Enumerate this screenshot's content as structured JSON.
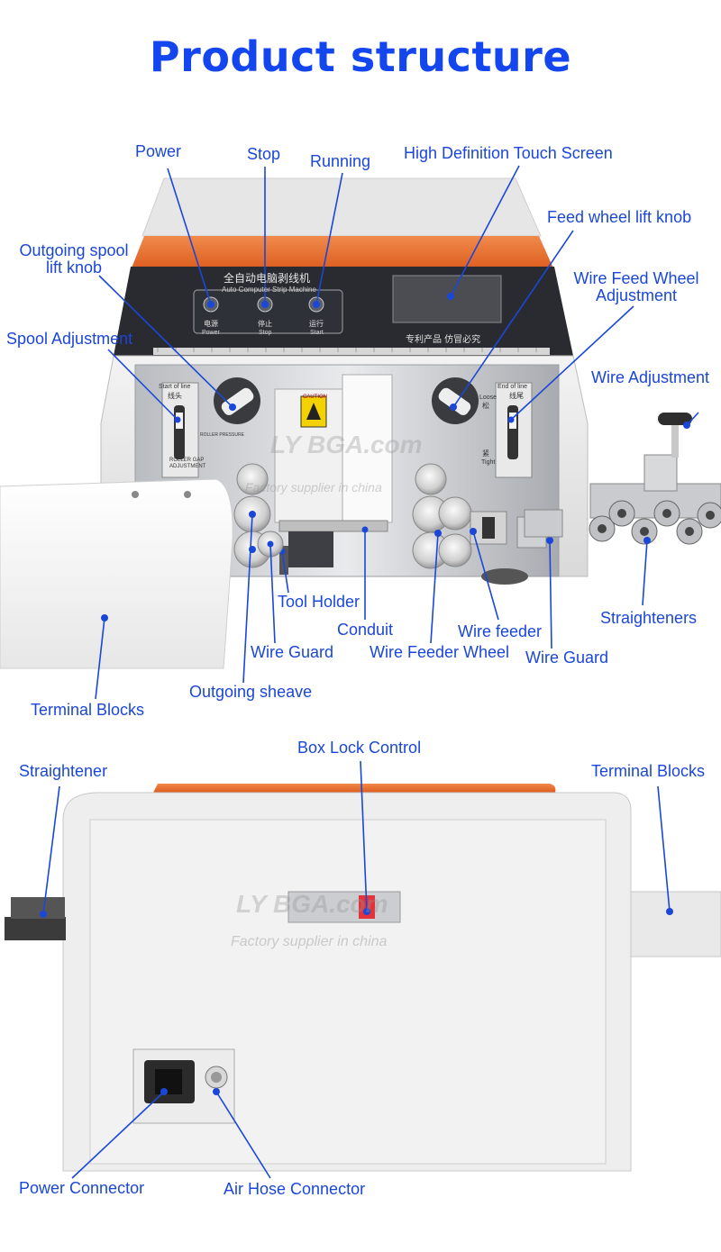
{
  "title": "Product structure",
  "machine_front": {
    "panel_title_cn": "全自动电脑剥线机",
    "panel_title_en": "Auto Computer Strip Machine",
    "buttons": [
      {
        "cn": "电源",
        "en": "Power"
      },
      {
        "cn": "停止",
        "en": "Stop"
      },
      {
        "cn": "运行",
        "en": "Start"
      }
    ],
    "patent_text": "专利产品  仿冒必究",
    "start_of_line": "Start of line",
    "start_of_line_cn": "线头",
    "end_of_line": "End of line",
    "end_of_line_cn": "线尾",
    "loose_cn": "松",
    "loose": "Loose",
    "tight_cn": "紧",
    "tight": "Tight",
    "roller_gap": "ROLLER GAP ADJUSTMENT",
    "roller_pressure": "ROLLER PRESSURE",
    "caution": "CAUTION"
  },
  "watermark": {
    "brand": "LY BGA.com",
    "tagline": "Factory supplier in china"
  },
  "labels_top": {
    "power": "Power",
    "stop": "Stop",
    "running": "Running",
    "touch_screen": "High Definition Touch Screen",
    "feed_wheel_lift_knob": "Feed wheel lift knob",
    "outgoing_spool_lift_knob_1": "Outgoing spool",
    "outgoing_spool_lift_knob_2": "lift knob",
    "wire_feed_wheel_adj_1": "Wire Feed Wheel",
    "wire_feed_wheel_adj_2": "Adjustment",
    "spool_adjustment": "Spool Adjustment",
    "wire_adjustment": "Wire Adjustment",
    "tool_holder": "Tool Holder",
    "conduit": "Conduit",
    "wire_feeder": "Wire feeder",
    "straighteners": "Straighteners",
    "wire_guard_left": "Wire Guard",
    "wire_feeder_wheel": "Wire Feeder Wheel",
    "wire_guard_right": "Wire Guard",
    "outgoing_sheave": "Outgoing sheave",
    "terminal_blocks": "Terminal Blocks"
  },
  "labels_bottom": {
    "box_lock_control": "Box Lock Control",
    "straightener": "Straightener",
    "terminal_blocks": "Terminal Blocks",
    "power_connector": "Power Connector",
    "air_hose_connector": "Air Hose Connector"
  },
  "colors": {
    "label_blue": "#1b47d8",
    "title_blue": "#1446f0",
    "accent_orange": "#e8692a",
    "panel_dark": "#2a2b30"
  }
}
